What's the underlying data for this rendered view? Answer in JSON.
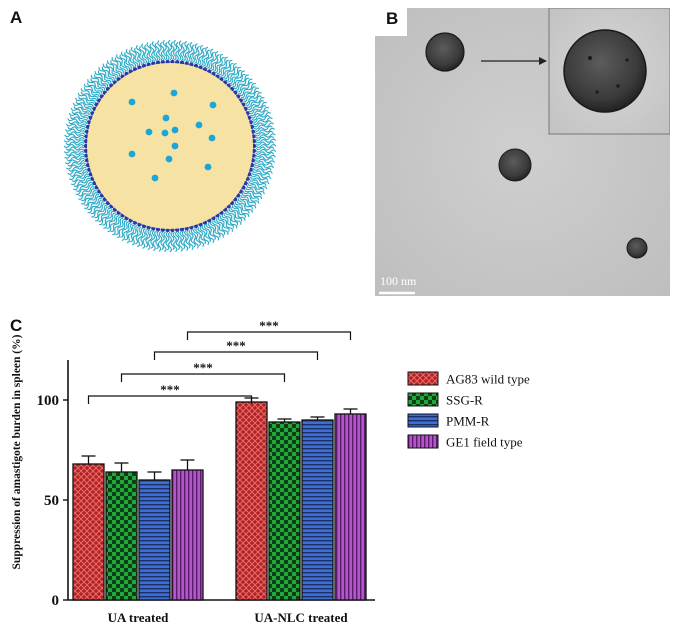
{
  "panels": {
    "a": {
      "label": "A"
    },
    "b": {
      "label": "B",
      "scale_bar": "100 nm"
    },
    "c": {
      "label": "C"
    }
  },
  "colors": {
    "lipid_shell": "#2ba9c4",
    "lipid_inner": "#2b3aa0",
    "core": "#f6e3a3",
    "drug_dot": "#1aa6d8"
  },
  "chart_data": {
    "type": "bar",
    "categories": [
      "UA treated",
      "UA-NLC treated"
    ],
    "ylabel": "Suppression of amastigote burden in spleen (%)",
    "ylim": [
      0,
      120
    ],
    "yticks": [
      0,
      50,
      100
    ],
    "series": [
      {
        "name": "AG83 wild type",
        "values": [
          68,
          99
        ],
        "errors": [
          4,
          2
        ],
        "color": "#b22222",
        "pattern": "cross"
      },
      {
        "name": "SSG-R",
        "values": [
          64,
          89
        ],
        "errors": [
          4.5,
          1.5
        ],
        "color": "#22a83a",
        "pattern": "checker"
      },
      {
        "name": "PMM-R",
        "values": [
          60,
          90
        ],
        "errors": [
          4,
          1.5
        ],
        "color": "#3b6fd6",
        "pattern": "hlines"
      },
      {
        "name": "GE1 field type",
        "values": [
          65,
          93
        ],
        "errors": [
          5,
          2.5
        ],
        "color": "#b357c8",
        "pattern": "vlines"
      }
    ],
    "significance": [
      {
        "label": "***",
        "from": {
          "group": 0,
          "series": 0
        },
        "to": {
          "group": 1,
          "series": 0
        }
      },
      {
        "label": "***",
        "from": {
          "group": 0,
          "series": 1
        },
        "to": {
          "group": 1,
          "series": 1
        }
      },
      {
        "label": "***",
        "from": {
          "group": 0,
          "series": 2
        },
        "to": {
          "group": 1,
          "series": 2
        }
      },
      {
        "label": "***",
        "from": {
          "group": 0,
          "series": 3
        },
        "to": {
          "group": 1,
          "series": 3
        }
      }
    ],
    "legend_position": "right"
  }
}
